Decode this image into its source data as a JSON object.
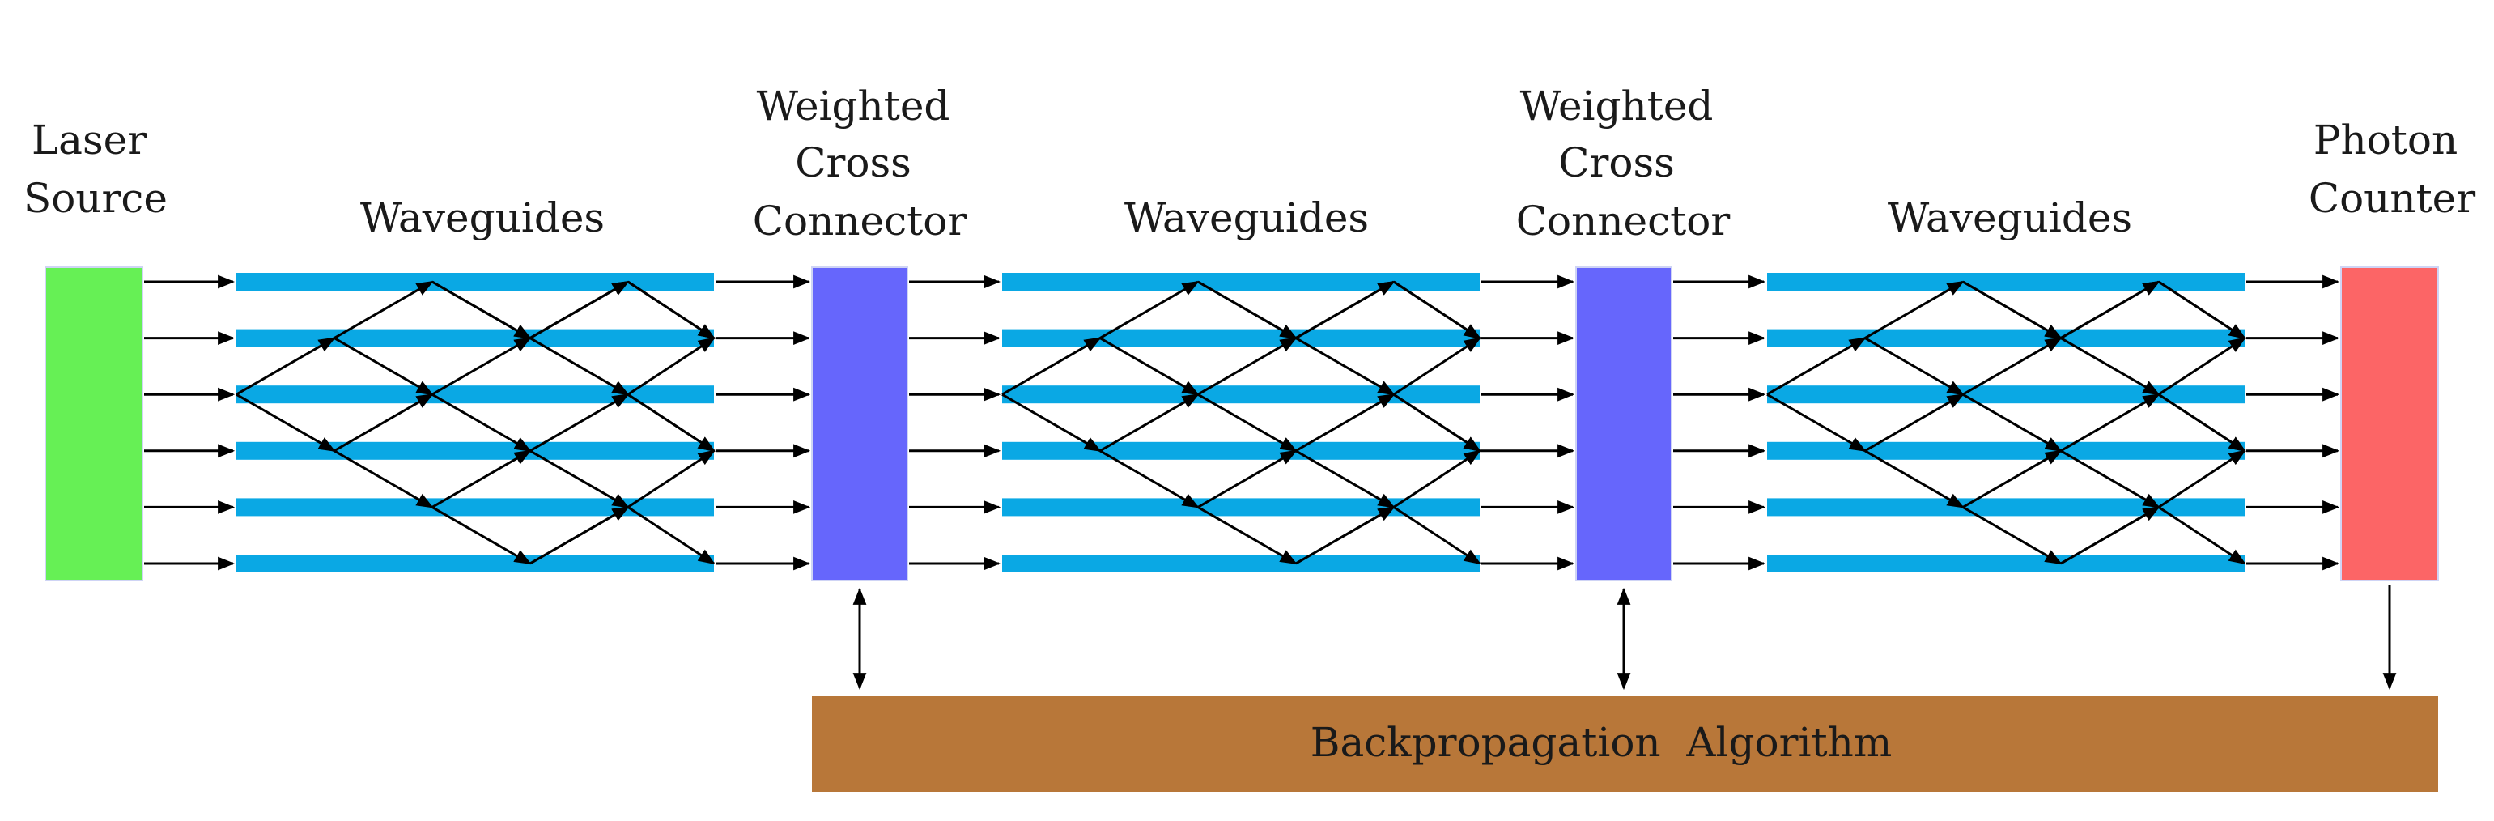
{
  "diagram": {
    "title": "",
    "labels": {
      "laser_source": [
        "Laser",
        "Source"
      ],
      "waveguides_1": "Waveguides",
      "connector_1": [
        "Weighted",
        "Cross",
        "Connector"
      ],
      "waveguides_2": "Waveguides",
      "connector_2": [
        "Weighted",
        "Cross",
        "Connector"
      ],
      "waveguides_3": "Waveguides",
      "photon_counter": [
        "Photon",
        "Counter"
      ],
      "backprop": "Backpropagation  Algorithm"
    },
    "colors": {
      "laser_source": "#66f055",
      "waveguide": "#0aa8e4",
      "connector": "#6666fc",
      "photon_counter": "#fc6566",
      "backprop": "#b87739",
      "wire": "#000000"
    },
    "channel_count": 6,
    "blocks": [
      "laser-source",
      "waveguide-section-1",
      "weighted-cross-connector-1",
      "waveguide-section-2",
      "weighted-cross-connector-2",
      "waveguide-section-3",
      "photon-counter",
      "backpropagation-algorithm"
    ],
    "feedback_links": [
      {
        "from": "weighted-cross-connector-1",
        "to": "backpropagation-algorithm",
        "direction": "bidirectional"
      },
      {
        "from": "weighted-cross-connector-2",
        "to": "backpropagation-algorithm",
        "direction": "bidirectional"
      },
      {
        "from": "photon-counter",
        "to": "backpropagation-algorithm",
        "direction": "one-way"
      }
    ]
  }
}
